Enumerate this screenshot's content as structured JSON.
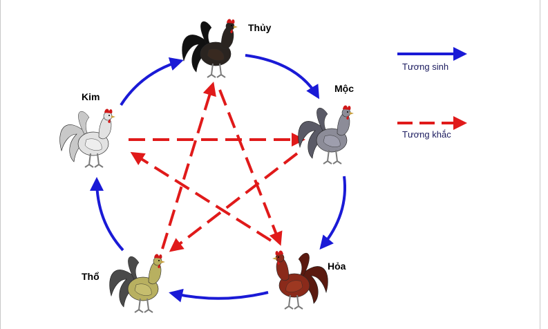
{
  "nodes": [
    {
      "id": "thuy",
      "label": "Thủy",
      "body_color": "#2a2420",
      "tail_color": "#111111",
      "wing_color": "#3a2a20"
    },
    {
      "id": "moc",
      "label": "Mộc",
      "body_color": "#8c8c98",
      "tail_color": "#5a5a66",
      "wing_color": "#a0a0b0"
    },
    {
      "id": "hoa",
      "label": "Hỏa",
      "body_color": "#8a2a1a",
      "tail_color": "#5a1a10",
      "wing_color": "#a03a22"
    },
    {
      "id": "tho",
      "label": "Thổ",
      "body_color": "#b8b060",
      "tail_color": "#4a4a4a",
      "wing_color": "#c8c070"
    },
    {
      "id": "kim",
      "label": "Kim",
      "body_color": "#e2e2e2",
      "tail_color": "#c8c8c8",
      "wing_color": "#f0f0f0"
    }
  ],
  "generating_cycle": [
    "thuy",
    "moc",
    "hoa",
    "tho",
    "kim"
  ],
  "overcoming_cycle": [
    "thuy",
    "hoa",
    "kim",
    "moc",
    "tho"
  ],
  "legend": {
    "generating_label": "Tương sinh",
    "overcoming_label": "Tương khắc"
  },
  "colors": {
    "generating": "#1a1ad6",
    "overcoming": "#e01a1a",
    "comb": "#d01818"
  }
}
